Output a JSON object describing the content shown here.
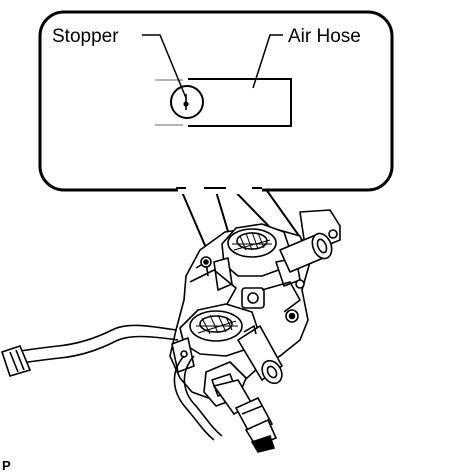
{
  "callout": {
    "stopper_label": "Stopper",
    "air_hose_label": "Air Hose"
  },
  "figure_code": "P",
  "colors": {
    "line": "#000000",
    "background": "#ffffff",
    "shade": "#bdbdbd"
  }
}
